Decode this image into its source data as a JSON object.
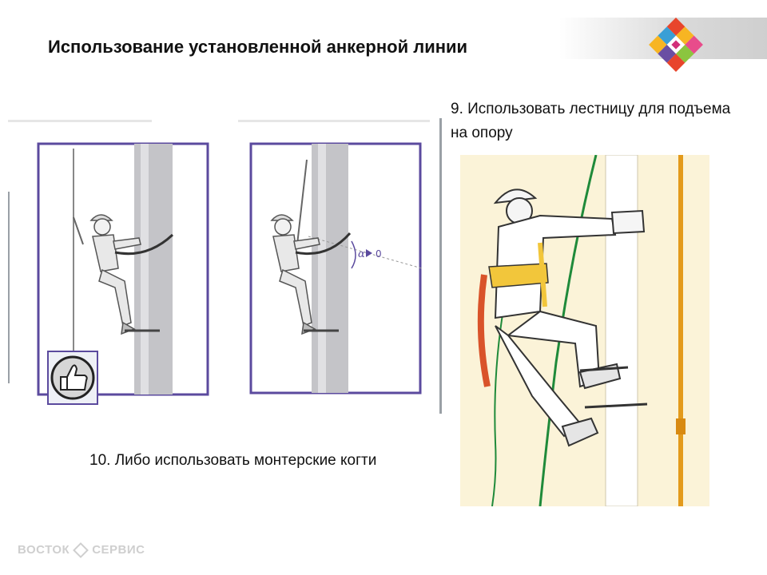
{
  "slide": {
    "title": "Использование установленной анкерной линии"
  },
  "captions": {
    "step9": "9. Использовать лестницу для подъема на опору",
    "step10": "10. Либо использовать монтерские когти"
  },
  "diagram": {
    "angle_label": "α",
    "zero_label": "0"
  },
  "footer": {
    "brand_left": "ВОСТОК",
    "brand_right": "СЕРВИС"
  },
  "icons": {
    "thumb": "thumbs-up-icon",
    "logo": "company-logo"
  },
  "colors": {
    "frame": "#5b4a9e",
    "pole": "#b8b8bc",
    "rope_green": "#1f8a3a",
    "pipe_orange": "#e39a1c",
    "background_pale": "#fbf3d8"
  }
}
